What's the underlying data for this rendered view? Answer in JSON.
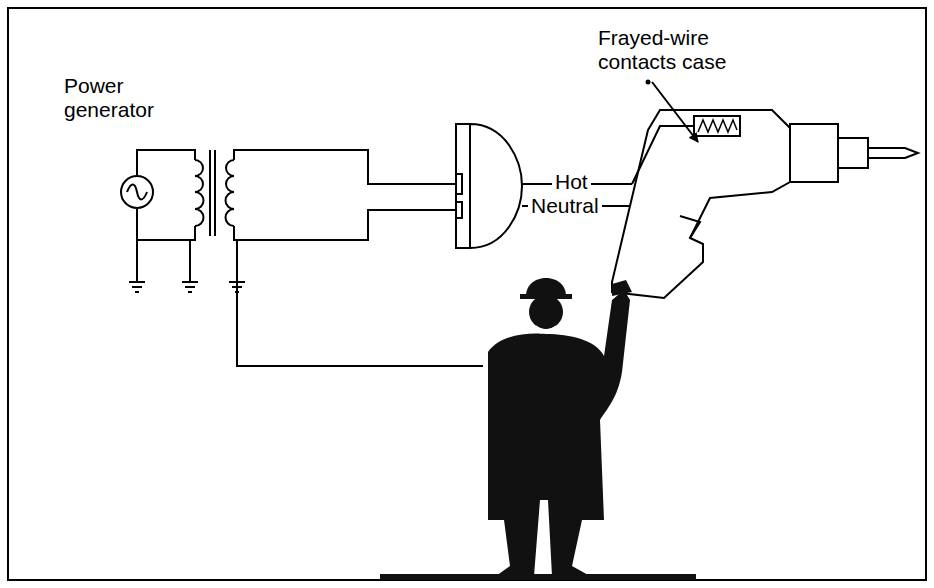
{
  "diagram": {
    "labels": [
      "Power generator",
      "Frayed-wire contacts case",
      "Hot",
      "Neutral"
    ]
  }
}
